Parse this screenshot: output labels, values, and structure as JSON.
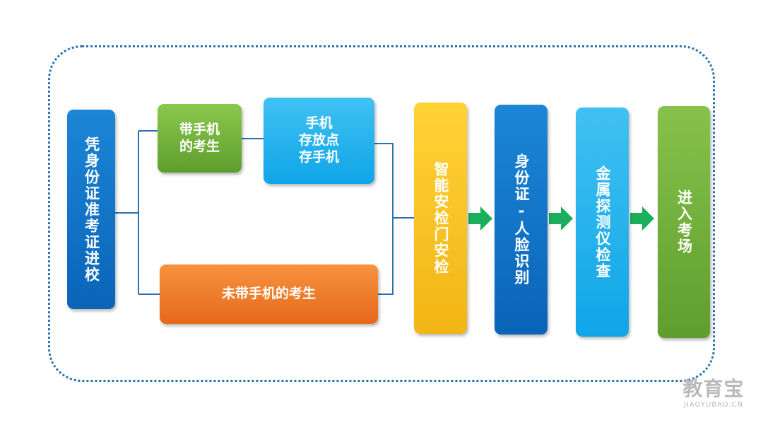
{
  "flow": {
    "start": "凭身份证准考证进校",
    "with_phone": "带手机\n的考生",
    "phone_storage": "手机\n存放点\n存手机",
    "without_phone": "未带手机的考生",
    "security_gate": "智能安检门安检",
    "id_face": "身份证-人脸识别",
    "metal_detector": "金属探测仪检查",
    "enter": "进入考场"
  },
  "colors": {
    "frame": "#2b6fb0",
    "connector": "#2b6fb0",
    "arrow": "#1aaf5d",
    "blue": "#0a64b8",
    "green": "#6aab35",
    "sky": "#10a5e8",
    "orange": "#ee7a28",
    "yellow": "#f6c21d"
  },
  "watermark": {
    "cn": "教育宝",
    "en": "JIAOYUBAO.CN"
  }
}
